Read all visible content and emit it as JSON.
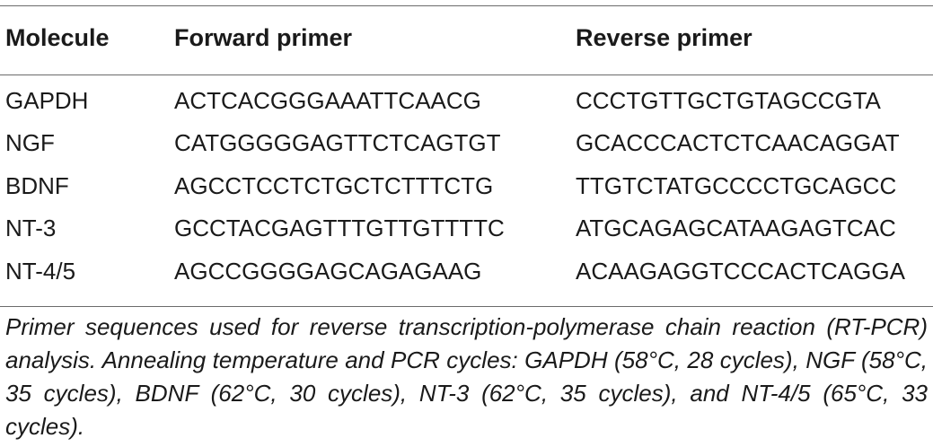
{
  "table": {
    "headers": [
      "Molecule",
      "Forward primer",
      "Reverse primer"
    ],
    "rows": [
      [
        "GAPDH",
        "ACTCACGGGAAATTCAACG",
        "CCCTGTTGCTGTAGCCGTA"
      ],
      [
        "NGF",
        "CATGGGGGAGTTCTCAGTGT",
        "GCACCCACTCTCAACAGGAT"
      ],
      [
        "BDNF",
        "AGCCTCCTCTGCTCTTTCTG",
        "TTGTCTATGCCCCTGCAGCC"
      ],
      [
        "NT-3",
        "GCCTACGAGTTTGTTGTTTTC",
        "ATGCAGAGCATAAGAGTCAC"
      ],
      [
        "NT-4/5",
        "AGCCGGGGAGCAGAGAAG",
        "ACAAGAGGTCCCACTCAGGA"
      ]
    ],
    "caption": "Primer sequences used for reverse transcription-polymerase chain reaction (RT-PCR) analysis. Annealing temperature and PCR cycles: GAPDH (58°C, 28 cycles), NGF (58°C, 35 cycles), BDNF (62°C, 30 cycles), NT-3 (62°C, 35 cycles), and NT-4/5 (65°C, 33 cycles)."
  }
}
